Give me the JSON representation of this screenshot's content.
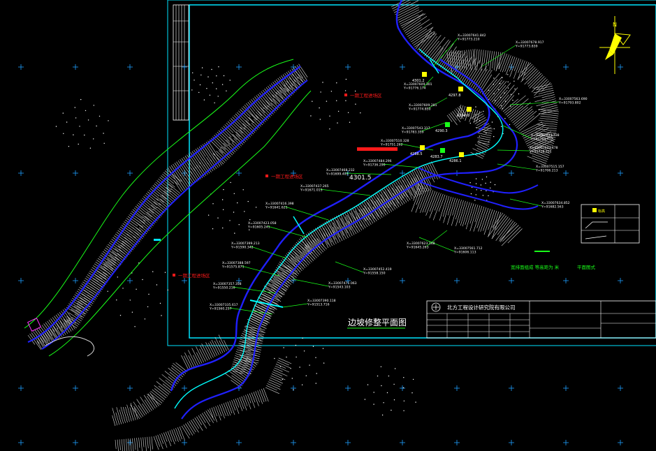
{
  "drawing": {
    "title": "边坡修整平面图",
    "company": "北方工程设计研究院有限公司",
    "elevation_label": "4301.5",
    "zone_labels": [
      "一期工程进场区",
      "一期工程进场区",
      "一期工程进场区"
    ],
    "legend_note": "宽排面组成 等高距为 米",
    "legend_note2": "平面图式",
    "legend_box_label": "标高",
    "point_labels": [
      {
        "text": "X=33007641.842",
        "sub": "Y=91773.210"
      },
      {
        "text": "X=33007678.917",
        "sub": "Y=91773.839"
      },
      {
        "text": "X=33007609.301",
        "sub": "Y=91776.174"
      },
      {
        "text": "X=33007609.281",
        "sub": "Y=91774.850"
      },
      {
        "text": "X=33007563.690",
        "sub": "Y=91793.802"
      },
      {
        "text": "X=33007543.317",
        "sub": "Y=91783.359"
      },
      {
        "text": "X=33007633.738",
        "sub": "Y=91745.712"
      },
      {
        "text": "X=33007510.328",
        "sub": "Y=91751.262"
      },
      {
        "text": "X=33007633.478",
        "sub": "Y=91728.311"
      },
      {
        "text": "X=33007484.296",
        "sub": "Y=91736.290"
      },
      {
        "text": "X=33007515.157",
        "sub": "Y=91706.213"
      },
      {
        "text": "X=33007468.232",
        "sub": "Y=91699.403"
      },
      {
        "text": "X=33007634.852",
        "sub": "Y=91682.563"
      },
      {
        "text": "X=33007437.265",
        "sub": "Y=91671.013"
      },
      {
        "text": "X=33007623.148",
        "sub": "Y=91645.263"
      },
      {
        "text": "X=33007416.398",
        "sub": "Y=91641.621"
      },
      {
        "text": "X=33007561.712",
        "sub": "Y=91606.113"
      },
      {
        "text": "X=33007423.058",
        "sub": "Y=91605.241"
      },
      {
        "text": "X=33007399.213",
        "sub": "Y=91590.342"
      },
      {
        "text": "X=33007452.419",
        "sub": "Y=91558.150"
      },
      {
        "text": "X=33007388.597",
        "sub": "Y=91575.871"
      },
      {
        "text": "X=33007471.063",
        "sub": "Y=91543.103"
      },
      {
        "text": "X=33007357.358",
        "sub": "Y=91550.210"
      },
      {
        "text": "X=33007390.118",
        "sub": "Y=91513.716"
      },
      {
        "text": "X=33007335.617",
        "sub": "Y=91560.257"
      }
    ],
    "spot_elevations": [
      "4301.2",
      "4297.8",
      "4294.0",
      "4290.3",
      "4288.5",
      "4286.1",
      "4283.7"
    ],
    "colors": {
      "background": "#000000",
      "frame": "#00e5ff",
      "road_edge": "#2020ff",
      "road_center": "#00ffff",
      "slope_hatch": "#d8d8d8",
      "contour": "#19ff19",
      "marker": "#ffff00",
      "zone_marker": "#ff1a1a",
      "grid_cross": "#1f9fff"
    }
  }
}
